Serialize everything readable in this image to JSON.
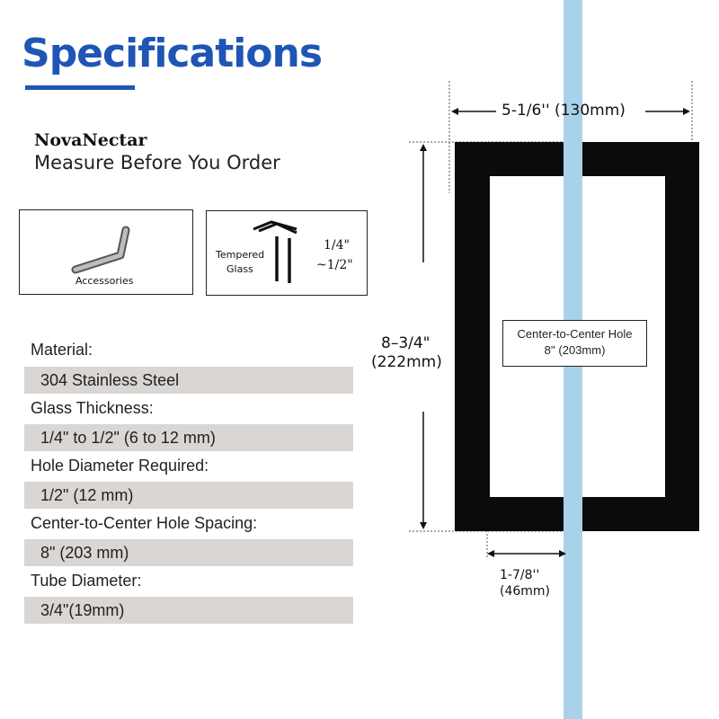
{
  "header": {
    "title": "Specifications"
  },
  "brand": {
    "name": "NovaNectar",
    "tagline": "Measure Before You Order"
  },
  "boxes": {
    "accessories_label": "Accessories",
    "glass_label_1": "Tempered",
    "glass_label_2": "Glass",
    "thickness_1": "1/4\"",
    "thickness_2": "~1/2\""
  },
  "specs": [
    {
      "label": "Material:",
      "value": "304 Stainless Steel"
    },
    {
      "label": "Glass Thickness:",
      "value": "1/4\" to 1/2\" (6 to 12 mm)"
    },
    {
      "label": "Hole Diameter Required:",
      "value": "1/2\" (12 mm)"
    },
    {
      "label": "Center-to-Center Hole Spacing:",
      "value": "8\" (203 mm)"
    },
    {
      "label": "Tube Diameter:",
      "value": "3/4\"(19mm)"
    }
  ],
  "diagram": {
    "width_label": "5-1/6''  (130mm)",
    "height_label_1": "8–3/4\"",
    "height_label_2": "(222mm)",
    "hole_label_1": "Center-to-Center Hole",
    "hole_label_2": "8'' (203mm)",
    "projection_label_1": "1-7/8''",
    "projection_label_2": "(46mm)"
  },
  "colors": {
    "accent": "#1f55b5",
    "glass": "#a9d2ea",
    "handle": "#0b0b0b",
    "spec_bg": "#d9d6d4"
  }
}
